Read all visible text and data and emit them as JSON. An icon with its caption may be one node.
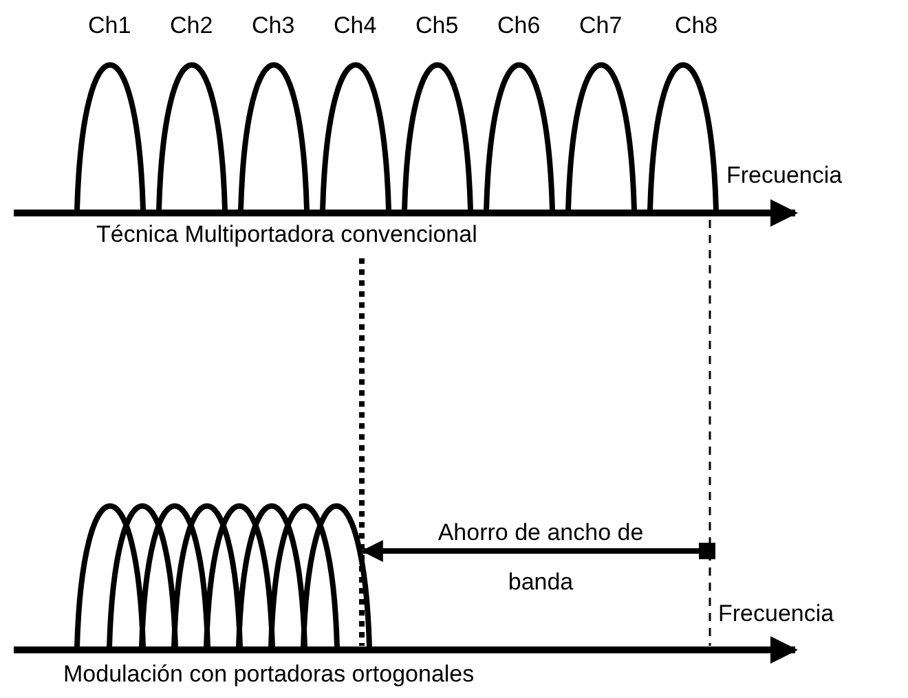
{
  "diagram": {
    "labels": [
      "Ch1",
      "Ch2",
      "Ch3",
      "Ch4",
      "Ch5",
      "Ch6",
      "Ch7",
      "Ch8",
      "Frecuencia",
      "Técnica Multiportadora convencional",
      "Ahorro de ancho de banda",
      "Frecuencia",
      "Modulación con portadoras ortogonales"
    ]
  }
}
